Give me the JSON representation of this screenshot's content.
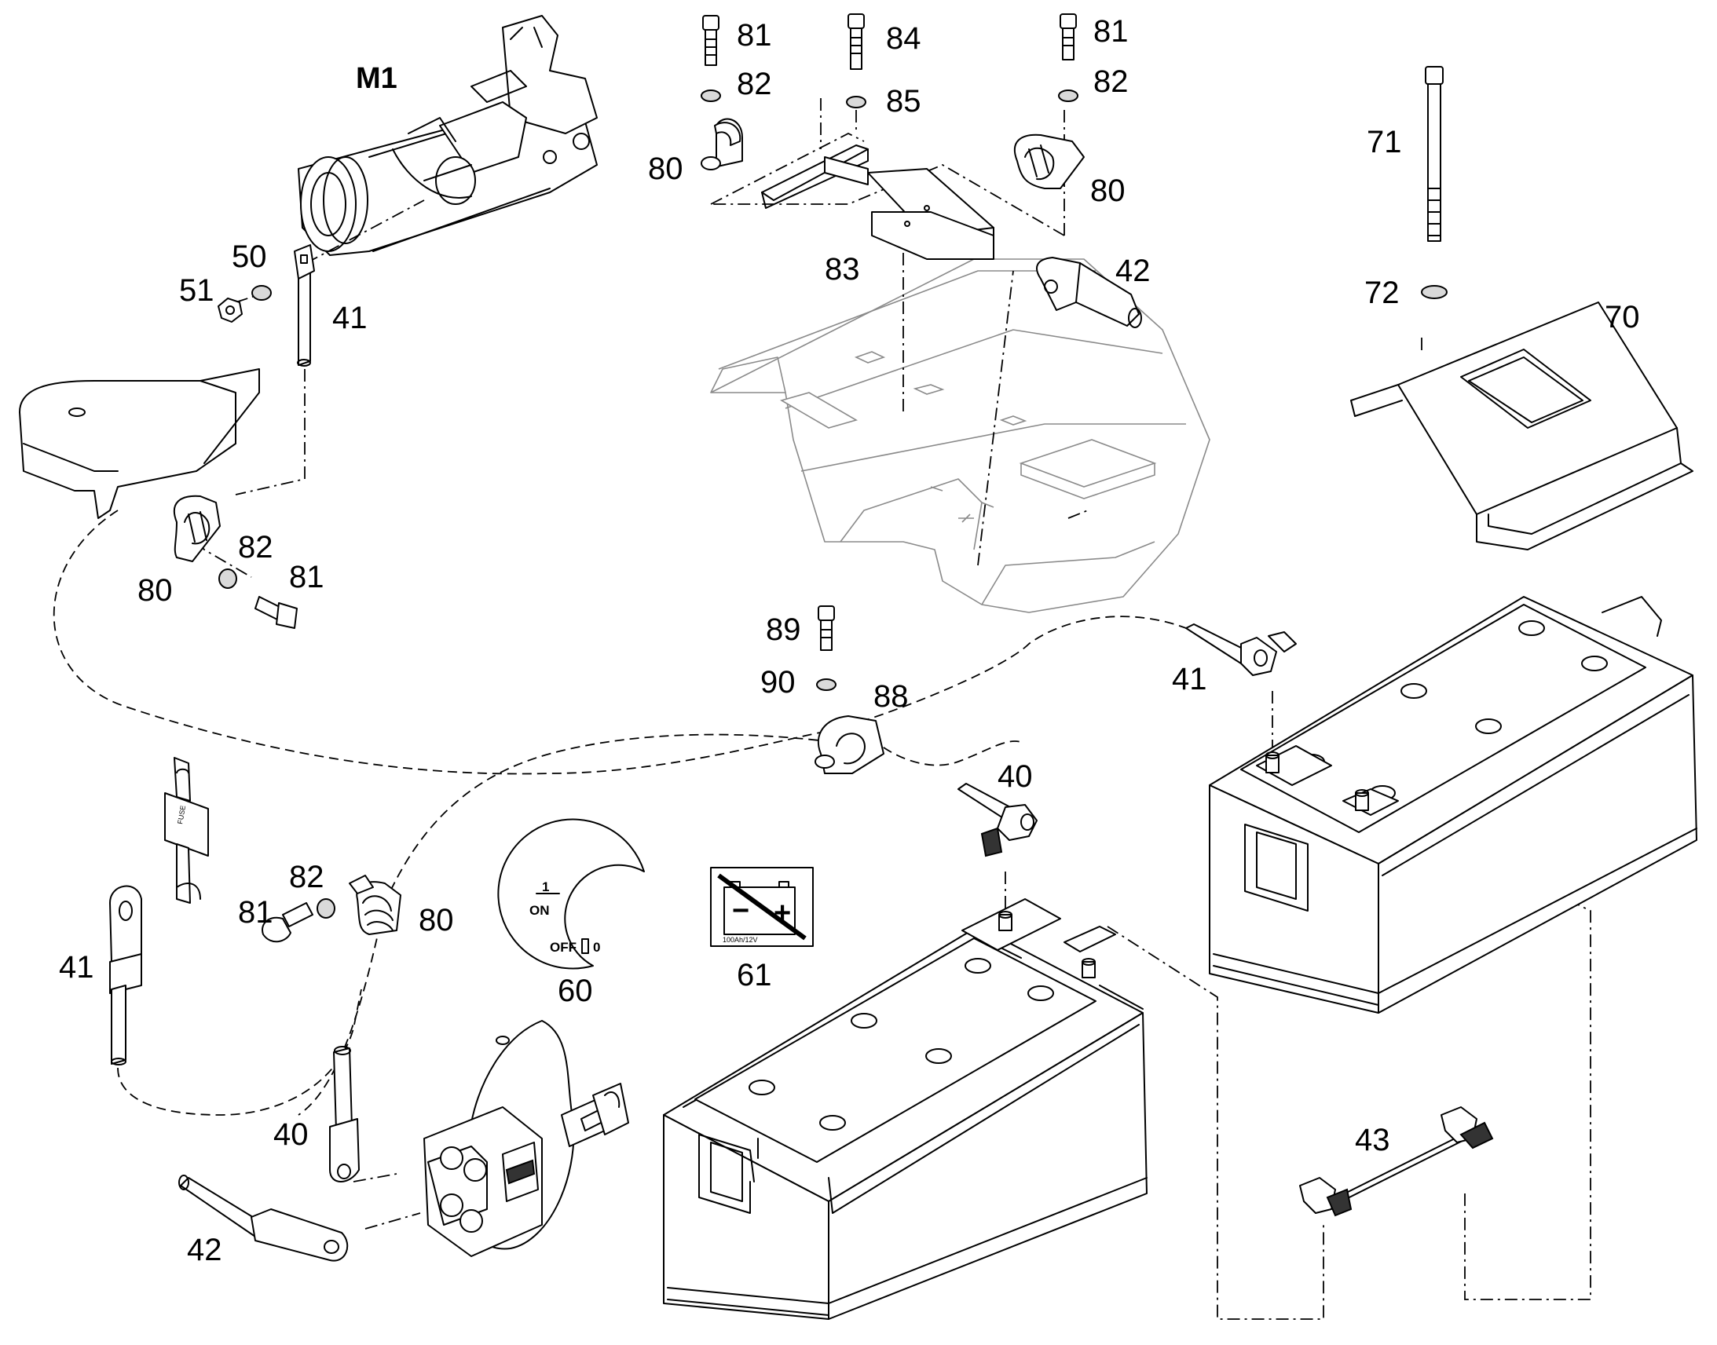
{
  "labels": {
    "m1": "M1",
    "p81a": "81",
    "p82a": "82",
    "p84": "84",
    "p85": "85",
    "p81b": "81",
    "p82b": "82",
    "p80a": "80",
    "p80b": "80",
    "p83": "83",
    "p42a": "42",
    "p71": "71",
    "p72": "72",
    "p70": "70",
    "p50": "50",
    "p51": "51",
    "p41a": "41",
    "p82c": "82",
    "p81c": "81",
    "p80c": "80",
    "p89": "89",
    "p90": "90",
    "p88": "88",
    "p41b": "41",
    "p40a": "40",
    "p82d": "82",
    "p81d": "81",
    "p80d": "80",
    "p41c": "41",
    "p60": "60",
    "p61": "61",
    "p40b": "40",
    "p42b": "42",
    "p43": "43"
  },
  "switch_plate": {
    "on_num": "1",
    "on": "ON",
    "off": "OFF",
    "off_num": "0"
  },
  "battery_sticker": {
    "minus": "−",
    "plus": "+",
    "code": "100Ah/12V"
  }
}
